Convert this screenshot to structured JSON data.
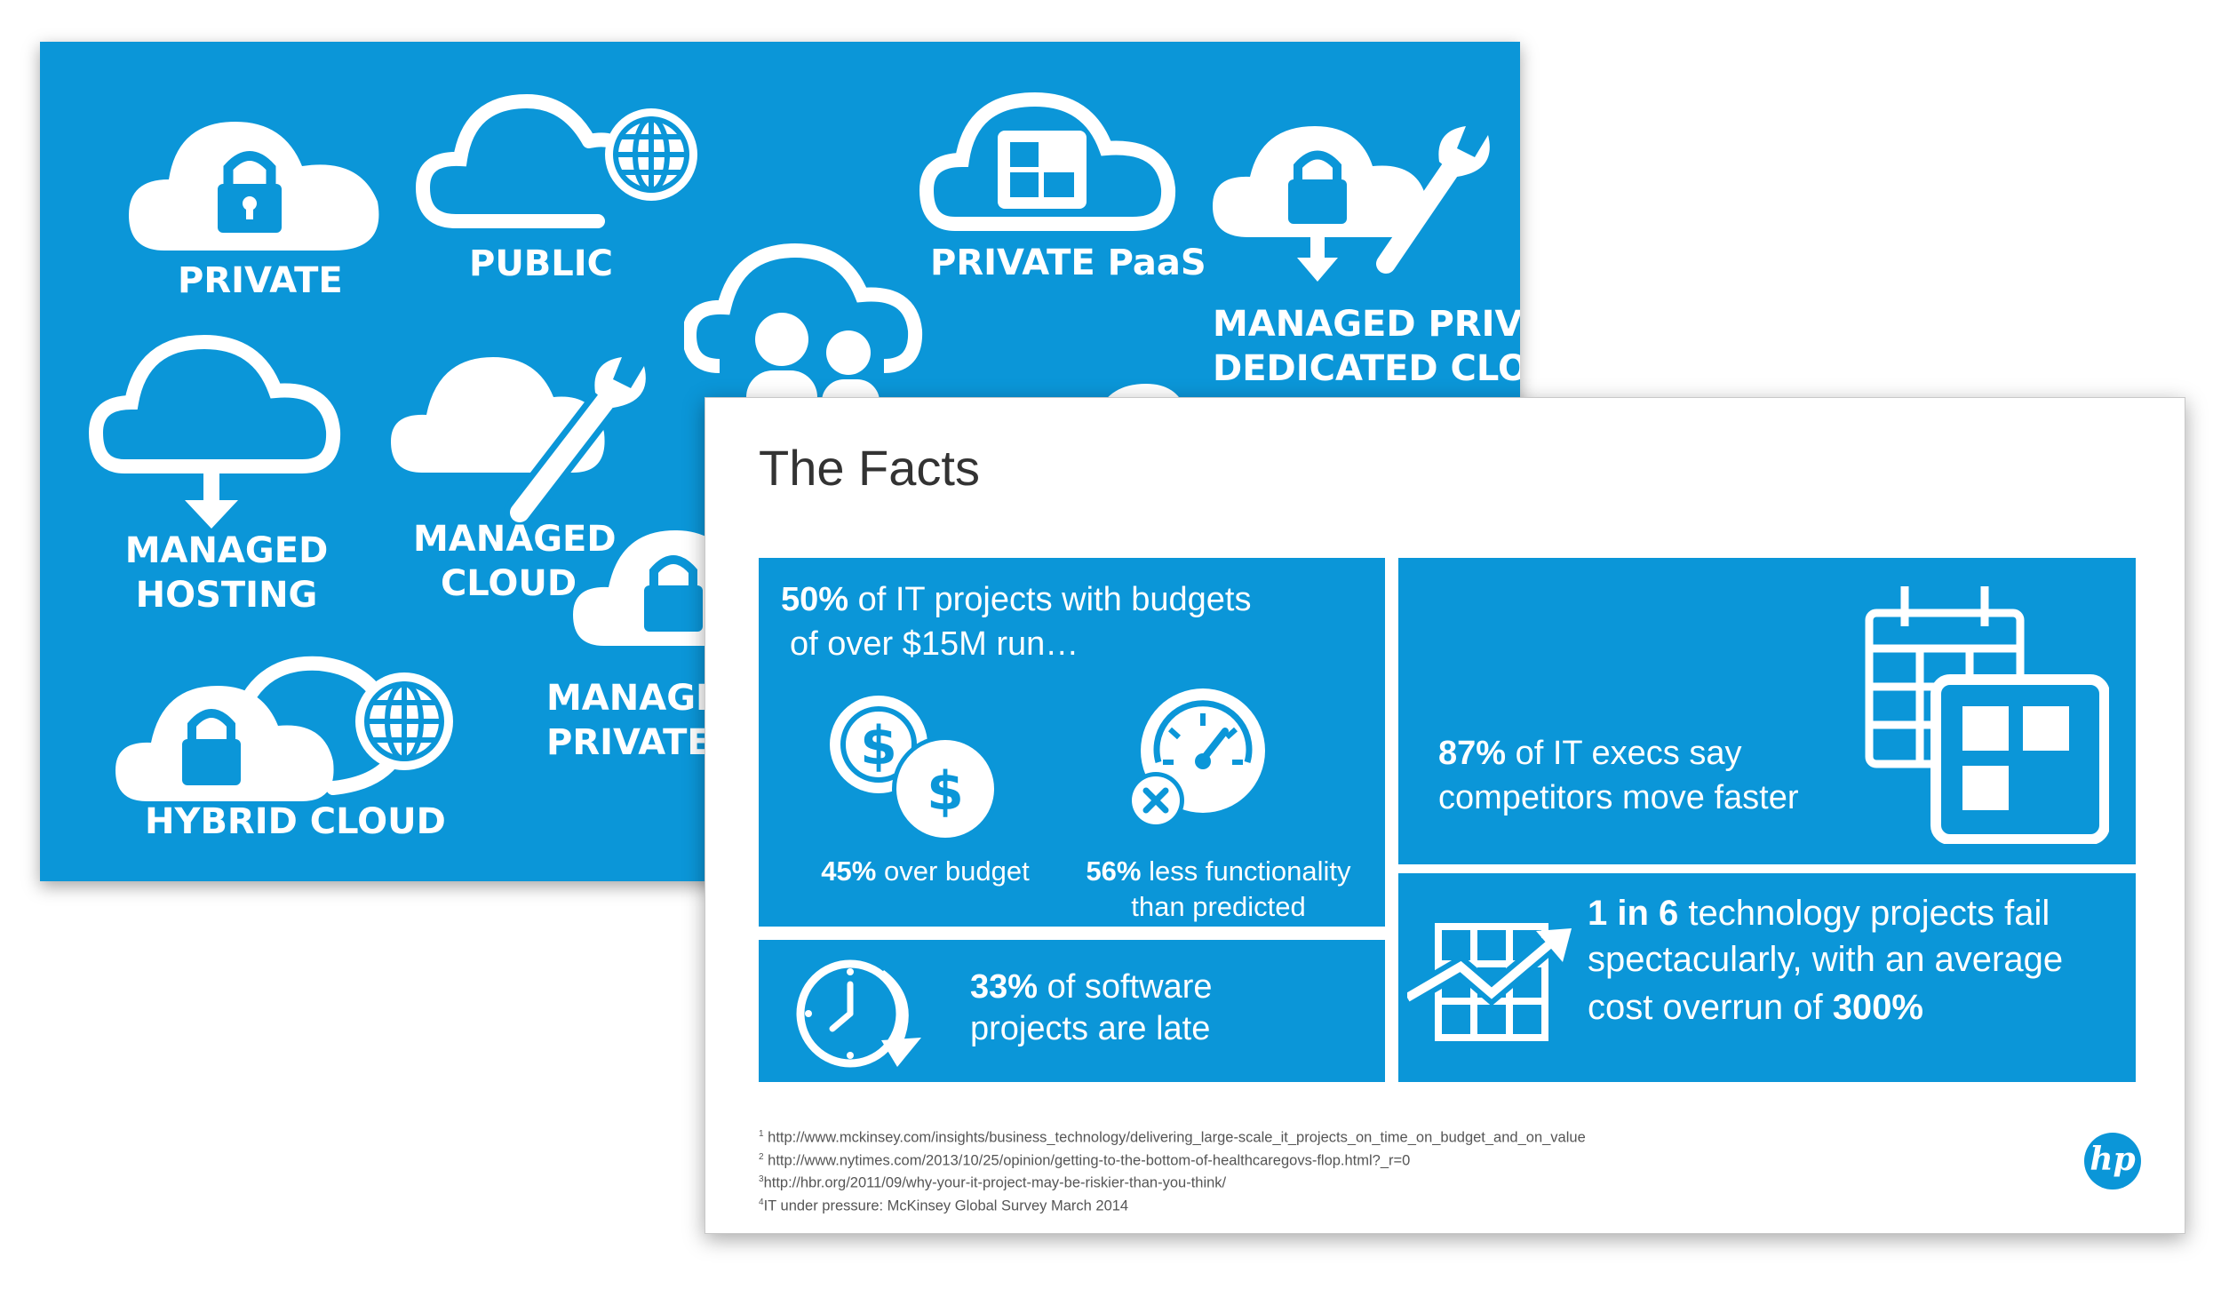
{
  "colors": {
    "accent": "#0b96d8",
    "text_dark": "#333333",
    "white": "#ffffff"
  },
  "back_slide": {
    "labels": {
      "private": "PRIVATE",
      "public": "PUBLIC",
      "private_paas": "PRIVATE PaaS",
      "managed_private_dedicated_1": "MANAGED PRIVATE",
      "managed_private_dedicated_2": "DEDICATED CLOUD",
      "managed_hosting_1": "MANAGED",
      "managed_hosting_2": "HOSTING",
      "managed_cloud_1": "MANAGED",
      "managed_cloud_2": "CLOUD",
      "managed_private_c_1": "MANAGED",
      "managed_private_c_2": "PRIVATE CLOUD",
      "hybrid_cloud": "HYBRID CLOUD"
    },
    "icons": [
      "lock-cloud-icon",
      "globe-cloud-icon",
      "grid-cloud-icon",
      "lock-cloud-wrench-icon",
      "people-cloud-icon",
      "download-cloud-icon",
      "wrench-cloud-icon",
      "lock-cloud-icon",
      "lock-globe-cloud-icon"
    ]
  },
  "front_slide": {
    "title": "The Facts",
    "panel_budget": {
      "headline_bold": "50%",
      "headline_rest": " of IT projects with budgets",
      "headline_line2": "of over $15M run…",
      "stat1_bold": "45%",
      "stat1_rest": " over budget",
      "stat2_bold": "56%",
      "stat2_rest": " less functionality",
      "stat2_line2": "than predicted"
    },
    "panel_late": {
      "bold": "33%",
      "rest": " of software",
      "line2": "projects are late"
    },
    "panel_execs": {
      "bold": "87%",
      "rest": " of IT execs say",
      "line2": "competitors move faster"
    },
    "panel_fail": {
      "bold": "1 in 6",
      "rest": " technology projects fail",
      "line2": "spectacularly, with an average",
      "line3_text": "cost overrun of ",
      "line3_bold": "300%"
    },
    "footnotes": [
      {
        "num": "1",
        "text": "http://www.mckinsey.com/insights/business_technology/delivering_large-scale_it_projects_on_time_on_budget_and_on_value"
      },
      {
        "num": "2",
        "text": "http://www.nytimes.com/2013/10/25/opinion/getting-to-the-bottom-of-healthcaregovs-flop.html?_r=0"
      },
      {
        "num": "3",
        "text": "http://hbr.org/2011/09/why-your-it-project-may-be-riskier-than-you-think/"
      },
      {
        "num": "4",
        "text": "IT under pressure: McKinsey Global Survey March 2014"
      }
    ],
    "logo_text": "hp"
  }
}
